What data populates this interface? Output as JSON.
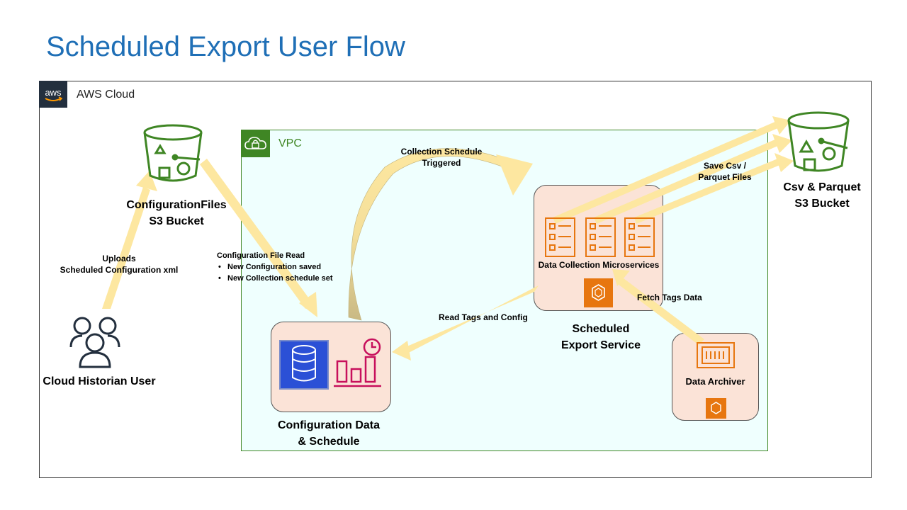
{
  "title": "Scheduled Export User Flow",
  "aws": {
    "label": "AWS Cloud",
    "logo_text": "aws"
  },
  "vpc": {
    "label": "VPC"
  },
  "nodes": {
    "config_bucket": {
      "line1": "ConfigurationFiles",
      "line2": "S3 Bucket"
    },
    "csv_bucket": {
      "line1": "Csv & Parquet",
      "line2": "S3 Bucket"
    },
    "user": {
      "label": "Cloud Historian User"
    },
    "microservices": {
      "label": "Data Collection Microservices"
    },
    "export_service": {
      "line1": "Scheduled",
      "line2": "Export Service"
    },
    "config_data": {
      "line1": "Configuration Data",
      "line2": "& Schedule"
    },
    "archiver": {
      "label": "Data Archiver"
    }
  },
  "edges": {
    "uploads": {
      "line1": "Uploads",
      "line2": "Scheduled Configuration xml"
    },
    "config_read": {
      "title": "Configuration  File Read",
      "bullets": [
        "New Configuration  saved",
        "New Collection  schedule set"
      ]
    },
    "schedule_triggered": {
      "line1": "Collection Schedule",
      "line2": "Triggered"
    },
    "save_files": {
      "line1": "Save Csv /",
      "line2": "Parquet Files"
    },
    "read_tags": {
      "label": "Read Tags and Config"
    },
    "fetch_tags": {
      "label": "Fetch Tags Data"
    }
  },
  "colors": {
    "title": "#1f6fb6",
    "s3_green": "#3f8624",
    "vpc_green": "#3f8624",
    "arrow": "#fde7a0",
    "card": "#fbe3d7",
    "compute_orange": "#e7760f",
    "database_blue": "#2b50d6",
    "metric_pink": "#c7105c",
    "aws_dark": "#232f3e"
  }
}
